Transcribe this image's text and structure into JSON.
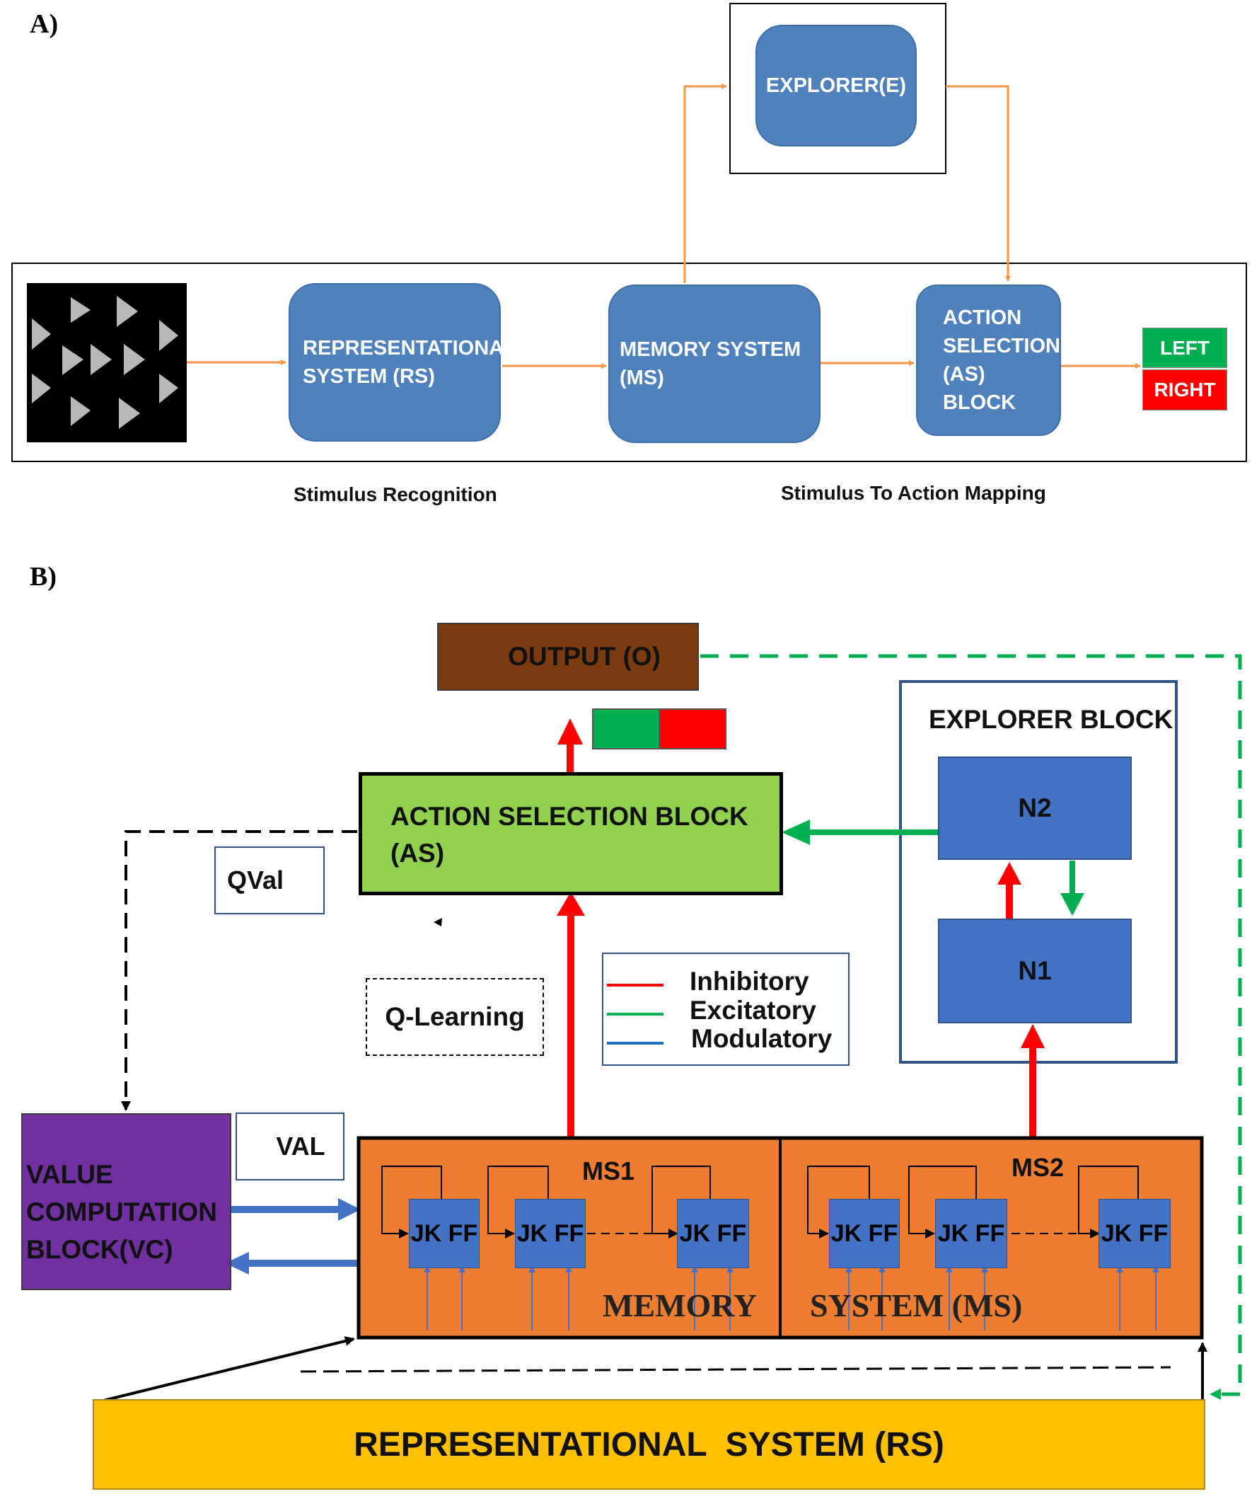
{
  "panel_a": {
    "label": "A)",
    "explorer": "EXPLORER(E)",
    "rs": "REPRESENTATIONAL SYSTEM (RS)",
    "ms": "MEMORY SYSTEM (MS)",
    "as": "ACTION SELECTION (AS) BLOCK",
    "left": "LEFT",
    "right": "RIGHT",
    "caption_left": "Stimulus Recognition",
    "caption_right": "Stimulus To Action Mapping"
  },
  "panel_b": {
    "label": "B)",
    "output": "OUTPUT (O)",
    "action_selection": "ACTION SELECTION BLOCK (AS)",
    "explorer_block": "EXPLORER BLOCK",
    "n2": "N2",
    "n1": "N1",
    "qval": "QVal",
    "q_learning": "Q-Learning",
    "val": "VAL",
    "value_computation": "VALUE COMPUTATION BLOCK(VC)",
    "ms1": "MS1",
    "ms2": "MS2",
    "jkff": "JK FF",
    "memory": "MEMORY",
    "system_ms": "SYSTEM (MS)",
    "representational": "REPRESENTATIONAL  SYSTEM (RS)",
    "legend": [
      {
        "label": "Inhibitory",
        "color": "#ff0000"
      },
      {
        "label": "Excitatory",
        "color": "#00b050"
      },
      {
        "label": "Modulatory",
        "color": "#1f6fc0"
      }
    ]
  },
  "colors": {
    "orange_arrow": "#f79646",
    "blue_box": "#4f81bd",
    "output": "#7b3a10",
    "action_green": "#92d050",
    "vc_purple": "#7030a0",
    "memory_orange": "#ed7d31",
    "rs_yellow": "#ffc000",
    "jk_blue": "#4472c4",
    "left_green": "#00b050",
    "right_red": "#ff0000"
  }
}
